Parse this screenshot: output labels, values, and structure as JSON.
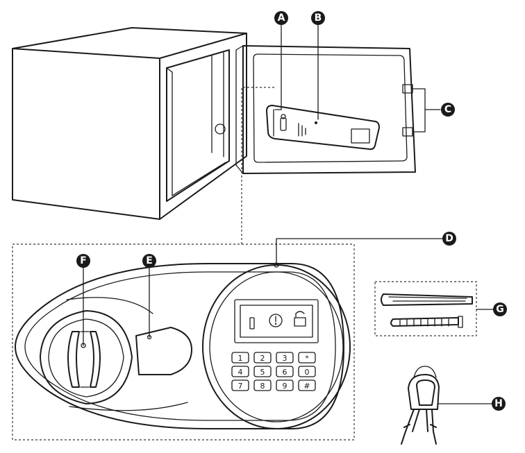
{
  "labels": {
    "a": "A",
    "b": "B",
    "c": "C",
    "d": "D",
    "e": "E",
    "f": "F",
    "g": "G",
    "h": "H"
  },
  "keypad": {
    "keys": [
      "1",
      "2",
      "3",
      "*",
      "4",
      "5",
      "6",
      "0",
      "7",
      "8",
      "9",
      "#"
    ]
  },
  "colors": {
    "line": "#1a1a1a",
    "badge": "#1a1a1a",
    "background": "#ffffff"
  }
}
